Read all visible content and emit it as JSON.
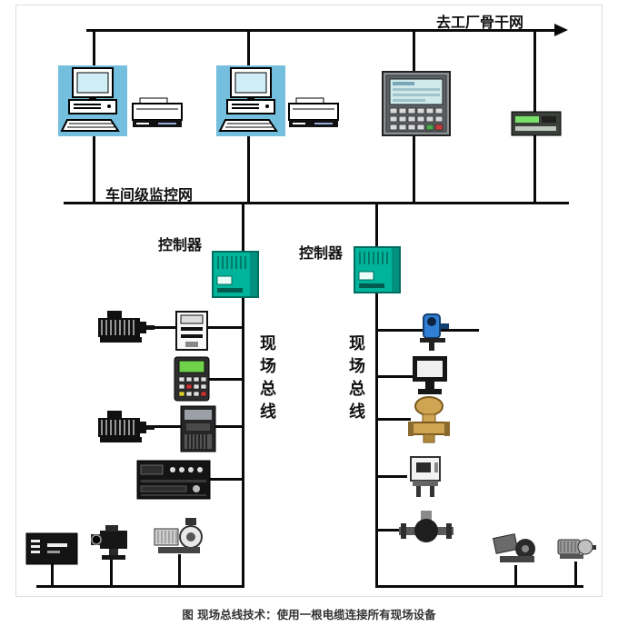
{
  "figure": {
    "backbone_label": "去工厂骨干网",
    "workshop_net_label": "车间级监控网",
    "controller_left_label": "控制器",
    "controller_right_label": "控制器",
    "fieldbus_left_label": "现场总线",
    "fieldbus_right_label": "现场总线",
    "caption": "图  现场总线技术：使用一根电缆连接所有现场设备"
  },
  "colors": {
    "bus_line": "#0a0a0a",
    "workstation_panel": "#74bede",
    "controller_body": "#00b39b",
    "hmi_screen": "#cfe8ea",
    "valve_body": "#cfa452",
    "sensor_blue": "#2f7fd4"
  },
  "icons": {
    "workstation-icon": "desktop computer with monitor and keyboard on blue panel",
    "printer-icon": "desktop printer",
    "hmi-panel-icon": "operator touch panel with screen and keypad",
    "network-module-icon": "communication module with green display",
    "controller-icon": "teal PLC controller box",
    "motor-icon": "black electric motor with cooling fins",
    "io-module-icon": "white wall-mount I/O module",
    "keypad-icon": "handheld operator keypad with green display",
    "drive-icon": "variable frequency drive with heatsink",
    "rack-instrument-icon": "black rack instrument with knobs",
    "control-box-icon": "black control box with text lines",
    "camera-icon": "industrial camera",
    "pump-icon": "motor driven pump unit",
    "photo-sensor-icon": "blue photoelectric sensor on bracket",
    "vision-sensor-icon": "black sensor head with white face",
    "control-valve-icon": "brass pneumatic control valve",
    "transmitter-icon": "field transmitter on stand",
    "inline-pump-icon": "inline pipe pump with flanges",
    "small-motor-icon": "small gear motor"
  }
}
